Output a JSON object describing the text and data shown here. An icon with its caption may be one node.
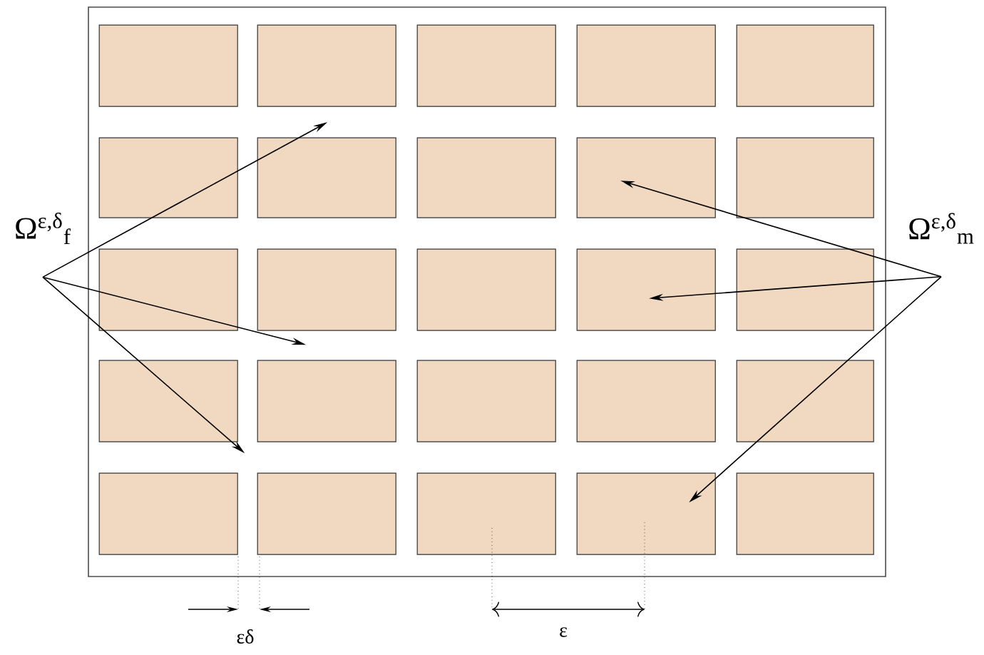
{
  "diagram": {
    "nodes": [
      {
        "text": [],
        "shape": "box"
      },
      {
        "text": [],
        "shape": "box",
        "in": 0
      },
      {
        "text": [],
        "shape": "box",
        "in": 0
      },
      {
        "text": [],
        "shape": "box",
        "in": 0
      },
      {
        "text": [],
        "shape": "box",
        "in": 0
      },
      {
        "text": [],
        "shape": "box",
        "in": 0
      },
      {
        "text": [],
        "shape": "box",
        "in": 0
      },
      {
        "text": [],
        "shape": "box",
        "in": 0
      },
      {
        "text": [],
        "shape": "box",
        "in": 0
      },
      {
        "text": [],
        "shape": "box",
        "in": 0
      },
      {
        "text": [],
        "shape": "box",
        "in": 0
      },
      {
        "text": [],
        "shape": "box",
        "in": 0
      },
      {
        "text": [],
        "shape": "box",
        "in": 0
      },
      {
        "text": [],
        "shape": "box",
        "in": 0
      },
      {
        "text": [],
        "shape": "box",
        "in": 0
      },
      {
        "text": [],
        "shape": "box",
        "in": 0
      },
      {
        "text": [],
        "shape": "box",
        "in": 0
      },
      {
        "text": [],
        "shape": "box",
        "in": 0
      },
      {
        "text": [],
        "shape": "box",
        "in": 0
      },
      {
        "text": [],
        "shape": "box",
        "in": 0
      },
      {
        "text": [],
        "shape": "box",
        "in": 0
      },
      {
        "text": [],
        "shape": "box",
        "in": 0
      },
      {
        "text": [],
        "shape": "box",
        "in": 0
      },
      {
        "text": [],
        "shape": "box",
        "in": 0
      },
      {
        "text": [],
        "shape": "box",
        "in": 0
      },
      {
        "text": [],
        "shape": "box",
        "in": 0
      },
      {
        "text": [
          "Ω$^{ε,δ}$$_{f}$"
        ]
      },
      {
        "text": [
          "Ω$^{ε,δ}$$_{m}$"
        ]
      }
    ],
    "edges": [
      {
        "from": 26,
        "to": 0,
        "arrow": "to"
      },
      {
        "from": 26,
        "to": 0,
        "arrow": "to"
      },
      {
        "from": 26,
        "to": 0,
        "arrow": "to"
      },
      {
        "from": 27,
        "to": 9,
        "arrow": "to"
      },
      {
        "from": 27,
        "to": 14,
        "arrow": "to"
      },
      {
        "from": 27,
        "to": 24,
        "arrow": "to"
      }
    ],
    "labels": [
      "εδ",
      "ε"
    ]
  }
}
